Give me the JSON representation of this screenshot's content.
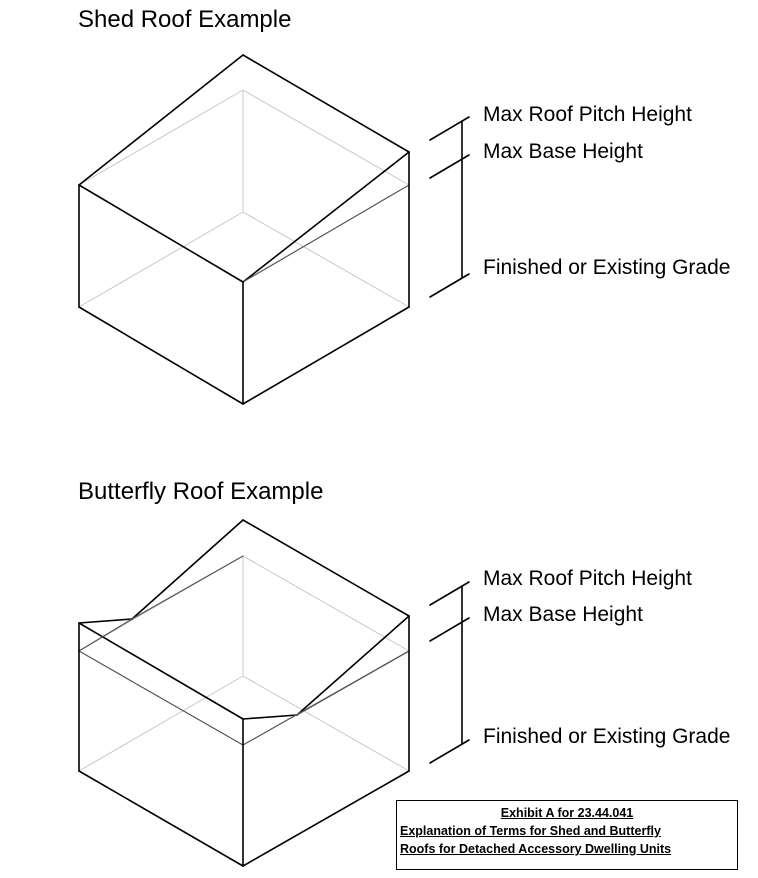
{
  "shed": {
    "title": "Shed Roof Example",
    "labels": {
      "max_roof_pitch_height": "Max Roof Pitch Height",
      "max_base_height": "Max Base Height",
      "grade": "Finished or Existing Grade"
    }
  },
  "butterfly": {
    "title": "Butterfly Roof Example",
    "labels": {
      "max_roof_pitch_height": "Max Roof Pitch Height",
      "max_base_height": "Max Base Height",
      "grade": "Finished or Existing Grade"
    }
  },
  "caption": {
    "heading": "Exhibit A for 23.44.041",
    "line1": "Explanation of Terms for Shed and Butterfly",
    "line2": "Roofs for Detached Accessory Dwelling Units"
  },
  "colors": {
    "line": "#000000",
    "faint_line": "#c8c8c8",
    "background": "#ffffff"
  }
}
